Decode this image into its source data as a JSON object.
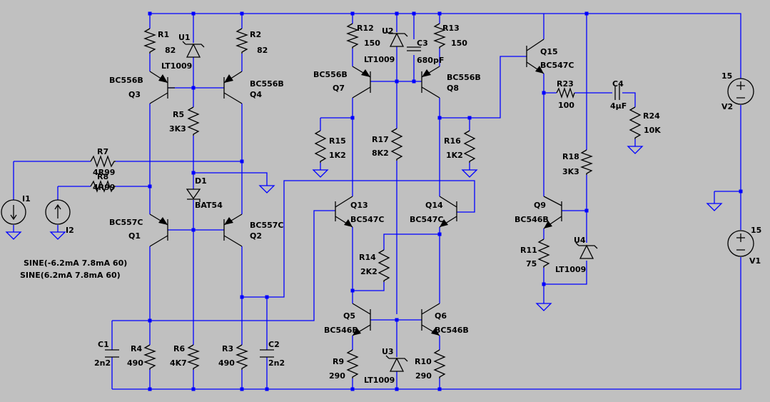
{
  "colors": {
    "background": "#c0c0c0",
    "wire": "#0000ff",
    "component": "#000000"
  },
  "resistors": {
    "R1": {
      "name": "R1",
      "value": "82"
    },
    "R2": {
      "name": "R2",
      "value": "82"
    },
    "R3": {
      "name": "R3",
      "value": "490"
    },
    "R4": {
      "name": "R4",
      "value": "490"
    },
    "R5": {
      "name": "R5",
      "value": "3K3"
    },
    "R6": {
      "name": "R6",
      "value": "4K7"
    },
    "R7": {
      "name": "R7",
      "value": "4R99"
    },
    "R8": {
      "name": "R8",
      "value": "4R99"
    },
    "R9": {
      "name": "R9",
      "value": "290"
    },
    "R10": {
      "name": "R10",
      "value": "290"
    },
    "R11": {
      "name": "R11",
      "value": "75"
    },
    "R12": {
      "name": "R12",
      "value": "150"
    },
    "R13": {
      "name": "R13",
      "value": "150"
    },
    "R14": {
      "name": "R14",
      "value": "2K2"
    },
    "R15": {
      "name": "R15",
      "value": "1K2"
    },
    "R16": {
      "name": "R16",
      "value": "1K2"
    },
    "R17": {
      "name": "R17",
      "value": "8K2"
    },
    "R18": {
      "name": "R18",
      "value": "3K3"
    },
    "R23": {
      "name": "R23",
      "value": "100"
    },
    "R24": {
      "name": "R24",
      "value": "10K"
    }
  },
  "capacitors": {
    "C1": {
      "name": "C1",
      "value": "2n2"
    },
    "C2": {
      "name": "C2",
      "value": "2n2"
    },
    "C3": {
      "name": "C3",
      "value": "680pF"
    },
    "C4": {
      "name": "C4",
      "value": "4µF"
    }
  },
  "transistors": {
    "Q1": {
      "name": "Q1",
      "model": "BC557C"
    },
    "Q2": {
      "name": "Q2",
      "model": "BC557C"
    },
    "Q3": {
      "name": "Q3",
      "model": "BC556B"
    },
    "Q4": {
      "name": "Q4",
      "model": "BC556B"
    },
    "Q5": {
      "name": "Q5",
      "model": "BC546B"
    },
    "Q6": {
      "name": "Q6",
      "model": "BC546B"
    },
    "Q7": {
      "name": "Q7",
      "model": "BC556B"
    },
    "Q8": {
      "name": "Q8",
      "model": "BC556B"
    },
    "Q9": {
      "name": "Q9",
      "model": "BC546B"
    },
    "Q13": {
      "name": "Q13",
      "model": "BC547C"
    },
    "Q14": {
      "name": "Q14",
      "model": "BC547C"
    },
    "Q15": {
      "name": "Q15",
      "model": "BC547C"
    }
  },
  "references": {
    "U1": {
      "name": "U1",
      "model": "LT1009"
    },
    "U2": {
      "name": "U2",
      "model": "LT1009"
    },
    "U3": {
      "name": "U3",
      "model": "LT1009"
    },
    "U4": {
      "name": "U4",
      "model": "LT1009"
    }
  },
  "diode": {
    "name": "D1",
    "model": "BAT54"
  },
  "sources": {
    "I1": {
      "name": "I1",
      "value": "SINE(-6.2mA 7.8mA 60)"
    },
    "I2": {
      "name": "I2",
      "value": "SINE(6.2mA 7.8mA 60)"
    },
    "V1": {
      "name": "V1",
      "value": "15"
    },
    "V2": {
      "name": "V2",
      "value": "15"
    }
  }
}
